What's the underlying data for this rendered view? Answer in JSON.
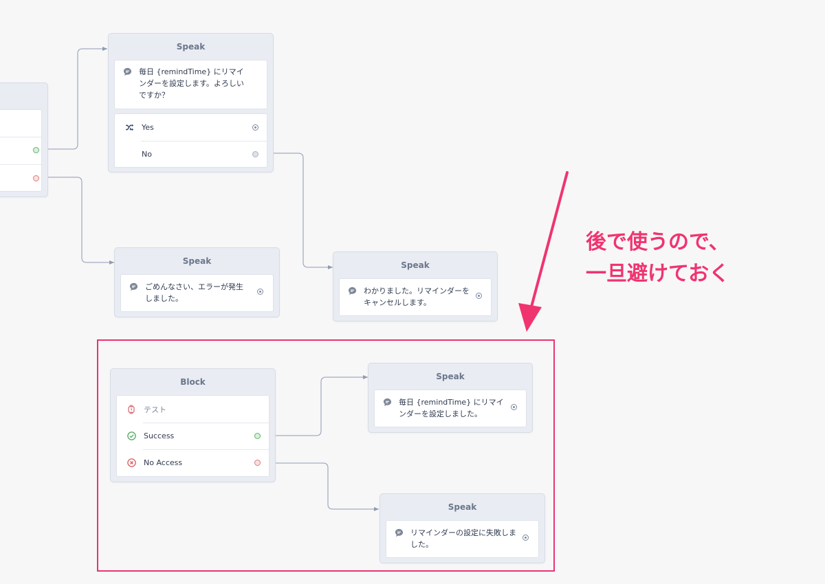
{
  "nodes": {
    "confirm": {
      "title": "Speak",
      "message": "毎日 {remindTime} にリマインダーを設定します。よろしいですか？",
      "choices": [
        {
          "label": "Yes"
        },
        {
          "label": "No"
        }
      ]
    },
    "error": {
      "title": "Speak",
      "message": "ごめんなさい、エラーが発生しました。"
    },
    "cancel": {
      "title": "Speak",
      "message": "わかりました。リマインダーをキャンセルします。"
    },
    "block": {
      "title": "Block",
      "name": "テスト",
      "success": "Success",
      "no_access": "No Access"
    },
    "done": {
      "title": "Speak",
      "message": "毎日 {remindTime} にリマインダーを設定しました。"
    },
    "fail": {
      "title": "Speak",
      "message": "リマインダーの設定に失敗しました。"
    }
  },
  "annotation": {
    "line1": "後で使うので、",
    "line2": "一旦避けておく",
    "color": "#f0346f"
  },
  "icons": {
    "speak": "speech-bubble-icon",
    "yes": "shuffle-icon",
    "block": "watch-icon",
    "success": "check-circle-icon",
    "no_access": "x-circle-icon"
  },
  "colors": {
    "canvas": "#f7f7f8",
    "node": "#e9ecf2",
    "wire": "#8f9bb0",
    "highlight": "#e9336f"
  }
}
